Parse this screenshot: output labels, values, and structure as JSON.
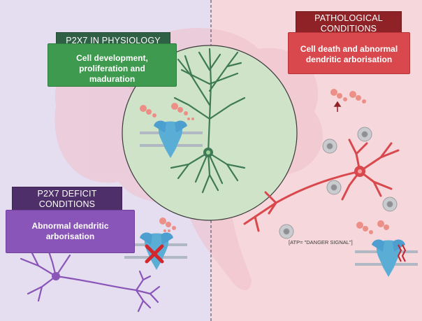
{
  "physiology": {
    "header": "P2X7 IN PHYSIOLOGY",
    "description": "Cell development, proliferation and maduration",
    "color_header": "#2f5f45",
    "color_box": "#3d9a4e"
  },
  "pathological": {
    "header": "PATHOLOGICAL CONDITIONS",
    "description": "Cell death and abnormal dendritic arborisation",
    "color_header": "#8e2226",
    "color_box": "#d9484c"
  },
  "deficit": {
    "header": "P2X7 DEFICIT CONDITIONS",
    "description": "Abnormal dendritic arborisation",
    "color_header": "#4f2f6a",
    "color_box": "#8a55b8"
  },
  "annotation": "[ATP= \"DANGER SIGNAL\"]",
  "colors": {
    "left_bg": "#e5ddf0",
    "right_bg": "#f6d8dc",
    "circle_fill": "#cfe3c8",
    "neuron_green": "#3e7a56",
    "neuron_red": "#d9484c",
    "neuron_purple": "#8a55b8",
    "receptor": "#5aaed6",
    "atp": "#ec8f86"
  }
}
